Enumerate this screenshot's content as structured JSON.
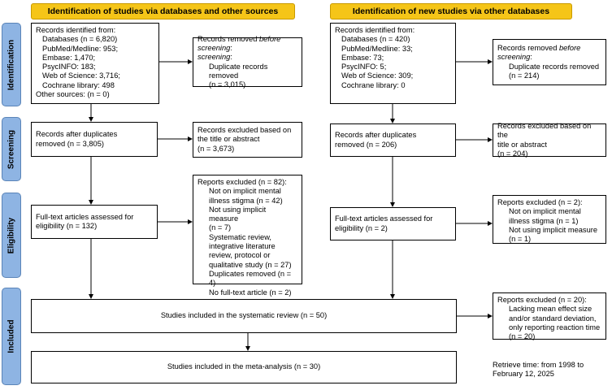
{
  "headers": {
    "left": "Identification of studies via databases and other sources",
    "right": "Identification of new studies via other databases"
  },
  "stages": {
    "identification": "Identification",
    "screening": "Screening",
    "eligibility": "Eligibility",
    "included": "Included"
  },
  "left": {
    "records_identified": {
      "title": "Records identified from:",
      "databases": "Databases (n = 6,820)",
      "pubmed": "PubMed/Medline: 953;",
      "embase": "Embase: 1,470;",
      "psycinfo": "PsycINFO: 183;",
      "wos": "Web of Science: 3,716;",
      "cochrane": "Cochrane library: 498",
      "other": "Other sources: (n = 0)"
    },
    "records_removed": {
      "title_a": "Records removed ",
      "title_b": "before screening",
      "title_c": ":",
      "dup": "Duplicate records removed",
      "n": "(n = 3,015)"
    },
    "after_dup": {
      "line1": "Records after duplicates",
      "line2": "removed (n = 3,805)"
    },
    "excluded_title": {
      "line1": "Records excluded based on",
      "line2": "the title or abstract",
      "line3": "(n = 3,673)"
    },
    "fulltext": {
      "line1": "Full-text articles assessed for",
      "line2": "eligibility (n = 132)"
    },
    "reports_excluded": {
      "title": "Reports excluded (n = 82):",
      "items": [
        "Not on implicit mental",
        "illness stigma (n = 42)",
        "Not using implicit measure",
        "(n = 7)",
        "Systematic review,",
        "integrative literature",
        "review, protocol or",
        "qualitative study (n = 27)",
        "Duplicates removed (n = 4)",
        "No full-text article (n = 2)"
      ]
    }
  },
  "right": {
    "records_identified": {
      "title": "Records identified from:",
      "databases": "Databases (n = 420)",
      "pubmed": "PubMed/Medline: 33;",
      "embase": "Embase: 73;",
      "psycinfo": "PsycINFO: 5;",
      "wos": "Web of Science: 309;",
      "cochrane": "Cochrane library: 0"
    },
    "records_removed": {
      "title_a": "Records removed ",
      "title_b": "before",
      "title_b2": "screening",
      "title_c": ":",
      "dup": "Duplicate records removed",
      "n": "(n = 214)"
    },
    "after_dup": {
      "line1": "Records after duplicates",
      "line2": "removed (n = 206)"
    },
    "excluded_title": {
      "line1": "Records excluded based on the",
      "line2": "title or abstract",
      "line3": "(n = 204)"
    },
    "fulltext": {
      "line1": "Full-text articles assessed for",
      "line2": "eligibility (n = 2)"
    },
    "reports_excluded": {
      "title": "Reports excluded (n = 2):",
      "items": [
        "Not on implicit mental",
        "illness stigma (n = 1)",
        "Not using implicit measure",
        "(n = 1)"
      ]
    }
  },
  "included": {
    "systematic": "Studies included in the systematic review (n = 50)",
    "meta": "Studies included in the meta-analysis (n = 30)",
    "excluded": {
      "title": "Reports excluded (n = 20):",
      "items": [
        "Lacking mean effect size",
        "and/or standard deviation,",
        "only reporting reaction time",
        "(n = 20)"
      ]
    },
    "retrieve": {
      "line1": "Retrieve time: from 1998 to",
      "line2": "February 12, 2025"
    }
  }
}
